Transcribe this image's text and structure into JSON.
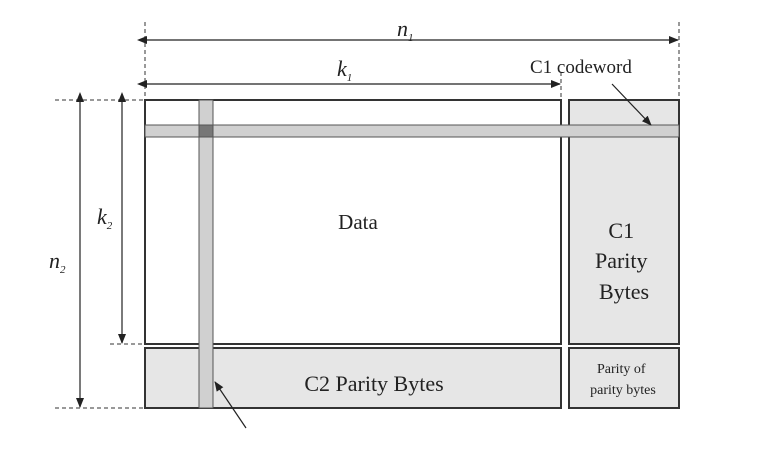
{
  "dimensions": {
    "n1": {
      "base": "n",
      "sub": "1"
    },
    "k1": {
      "base": "k",
      "sub": "1"
    },
    "n2": {
      "base": "n",
      "sub": "2"
    },
    "k2": {
      "base": "k",
      "sub": "2"
    }
  },
  "blocks": {
    "data": "Data",
    "c1_parity": [
      "C1",
      "Parity",
      "Bytes"
    ],
    "c2_parity": "C2 Parity Bytes",
    "parity_of_parity": [
      "Parity of",
      "parity bytes"
    ]
  },
  "callouts": {
    "c1_codeword": "C1 codeword"
  },
  "colors": {
    "stroke": "#333333",
    "parity_fill": "#e6e6e6",
    "codeword_strip": "#d0d0d0",
    "intersection": "#777777"
  }
}
